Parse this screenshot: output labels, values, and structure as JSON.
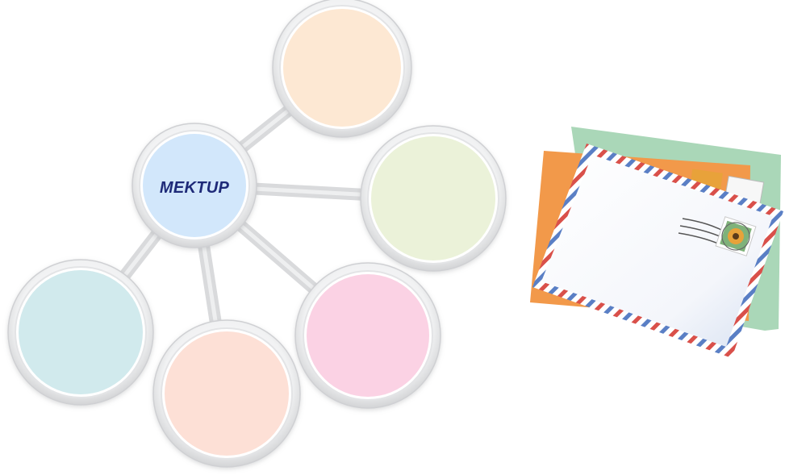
{
  "diagram": {
    "center": {
      "label": "MEKTUP",
      "fill": "#d2e7fb",
      "text_color": "#1e2a78"
    },
    "satellites": [
      {
        "id": "top",
        "fill": "#fde8d3"
      },
      {
        "id": "right",
        "fill": "#ebf2d9"
      },
      {
        "id": "bottom-right",
        "fill": "#fbd2e4"
      },
      {
        "id": "bottom",
        "fill": "#fde0d6"
      },
      {
        "id": "left",
        "fill": "#d1eaed"
      }
    ],
    "connector_color": "#d9dadc",
    "ring_color": "#e3e4e6"
  },
  "illustration": {
    "icon": "envelopes-icon",
    "colors": {
      "back_envelope": "#aad7b8",
      "middle_envelope": "#f2994a",
      "front_envelope": "#ffffff",
      "airmail_red": "#d9504a",
      "airmail_blue": "#5a7fc5",
      "stamp_orange": "#e8a23a"
    }
  }
}
